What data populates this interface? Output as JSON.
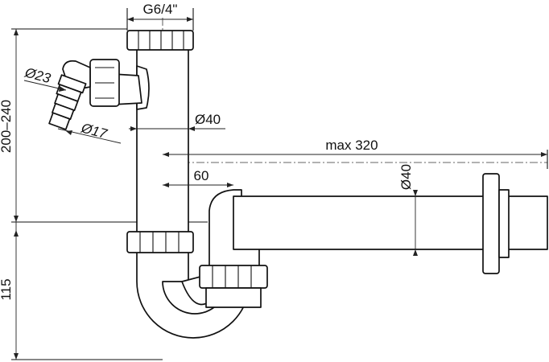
{
  "dimensions": {
    "thread": "G6/4\"",
    "total_height": "200–240",
    "bottom_height": "115",
    "hose_outer_diameter": "Ø23",
    "hose_inner_diameter": "Ø17",
    "pipe_diameter": "Ø40",
    "horizontal_pipe_diameter": "Ø40",
    "max_length": "max 320",
    "offset": "60"
  }
}
